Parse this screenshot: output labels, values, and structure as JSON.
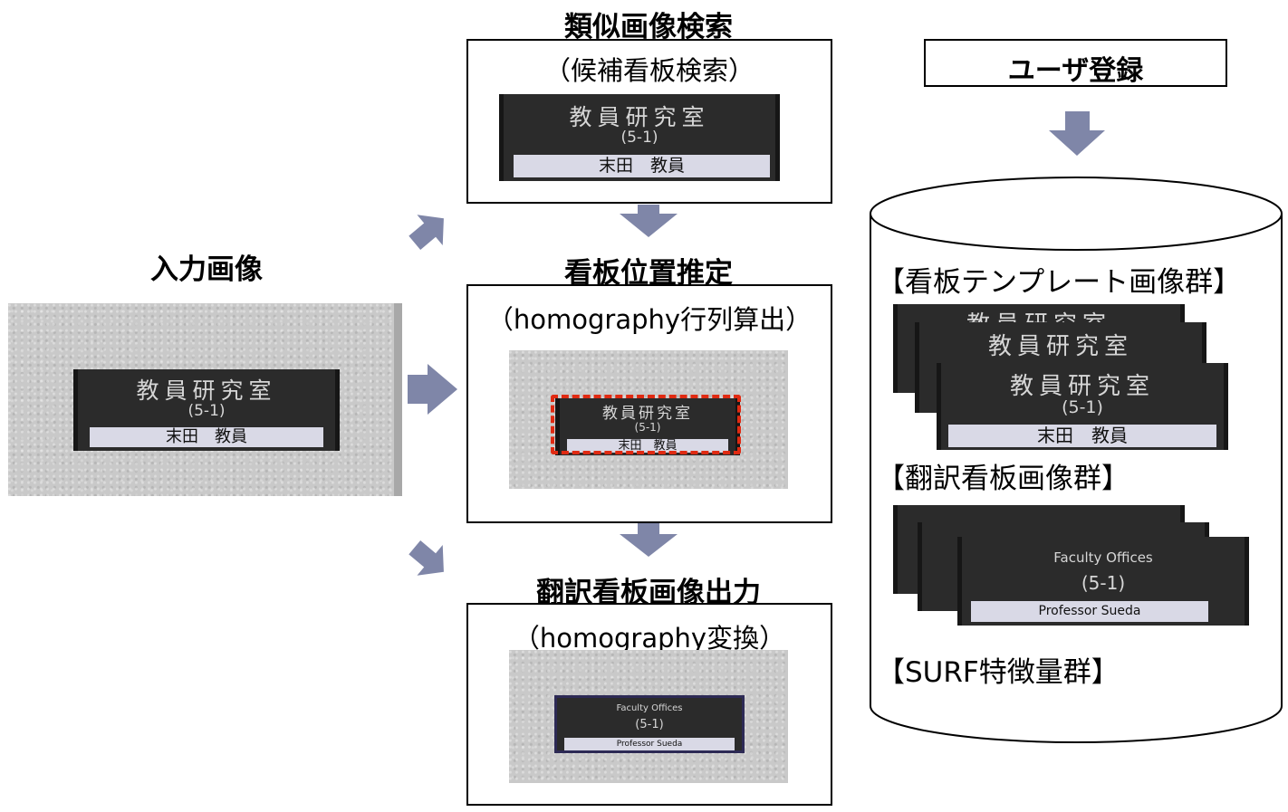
{
  "input": {
    "label": "入力画像"
  },
  "sign_ja": {
    "title": "教員研究室",
    "room": "(5-1)",
    "name": "末田　教員"
  },
  "sign_en": {
    "title": "Faculty Offices",
    "room": "(5-1)",
    "name": "Professor Sueda"
  },
  "steps": [
    {
      "heading": "類似画像検索",
      "sub": "（候補看板検索）"
    },
    {
      "heading": "看板位置推定",
      "sub": "（homography行列算出）"
    },
    {
      "heading": "翻訳看板画像出力",
      "sub": "（homography変換）"
    }
  ],
  "user_registration": {
    "label": "ユーザ登録"
  },
  "database": {
    "groups": [
      "【看板テンプレート画像群】",
      "【翻訳看板画像群】",
      "【SURF特徴量群】"
    ]
  },
  "colors": {
    "arrow": "#7f86a8",
    "highlight": "#e02a12",
    "plate": "#2b2b2b",
    "strip": "#d9d9e6"
  }
}
